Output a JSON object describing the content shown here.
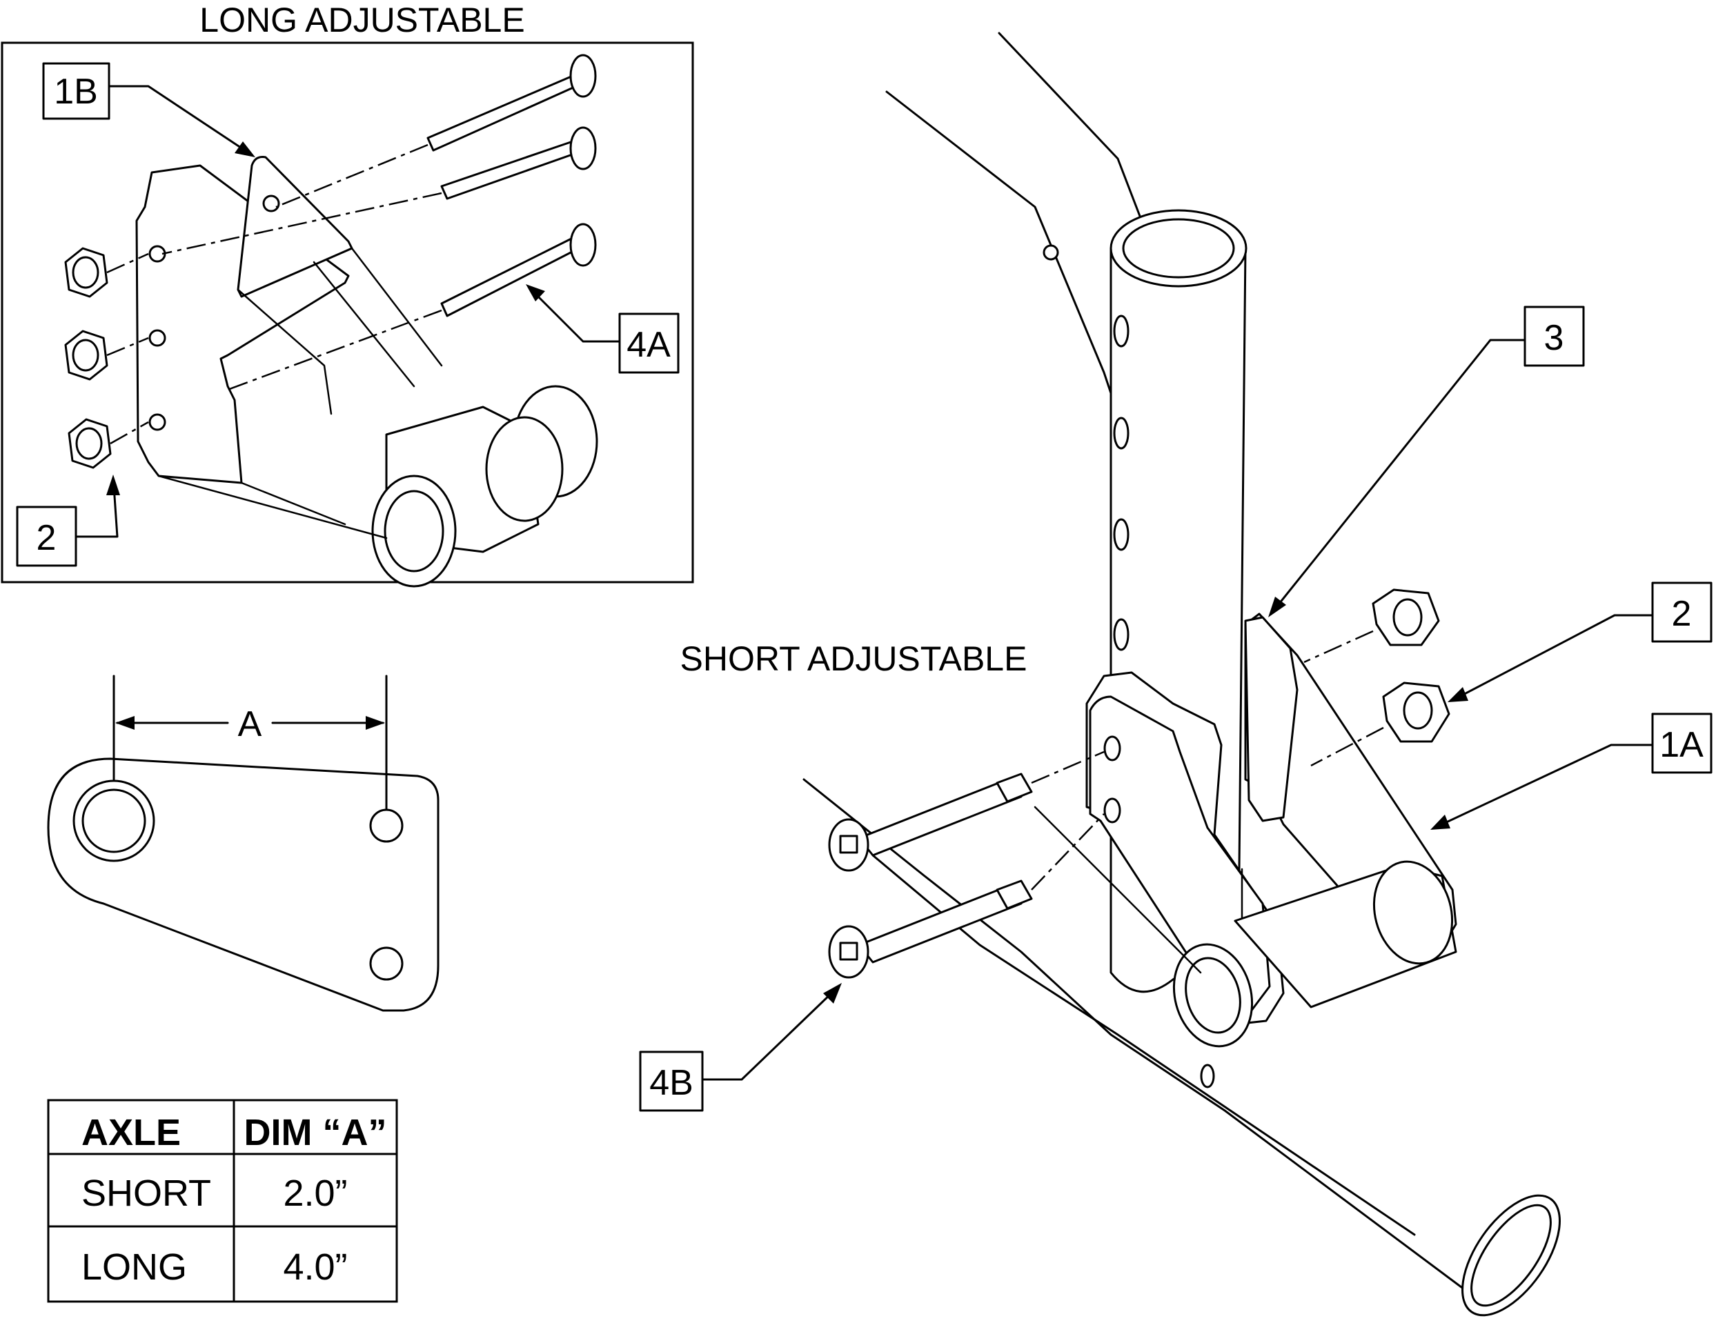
{
  "captions": {
    "long_adjustable": "LONG ADJUSTABLE",
    "short_adjustable": "SHORT ADJUSTABLE"
  },
  "callouts": {
    "c1b": "1B",
    "c2_long": "2",
    "c4a": "4A",
    "c3": "3",
    "c2_short": "2",
    "c1a": "1A",
    "c4b": "4B"
  },
  "dimension": {
    "label": "A"
  },
  "table": {
    "headers": [
      "AXLE",
      "DIM “A”"
    ],
    "rows": [
      [
        "SHORT",
        "2.0”"
      ],
      [
        "LONG",
        "4.0”"
      ]
    ]
  }
}
